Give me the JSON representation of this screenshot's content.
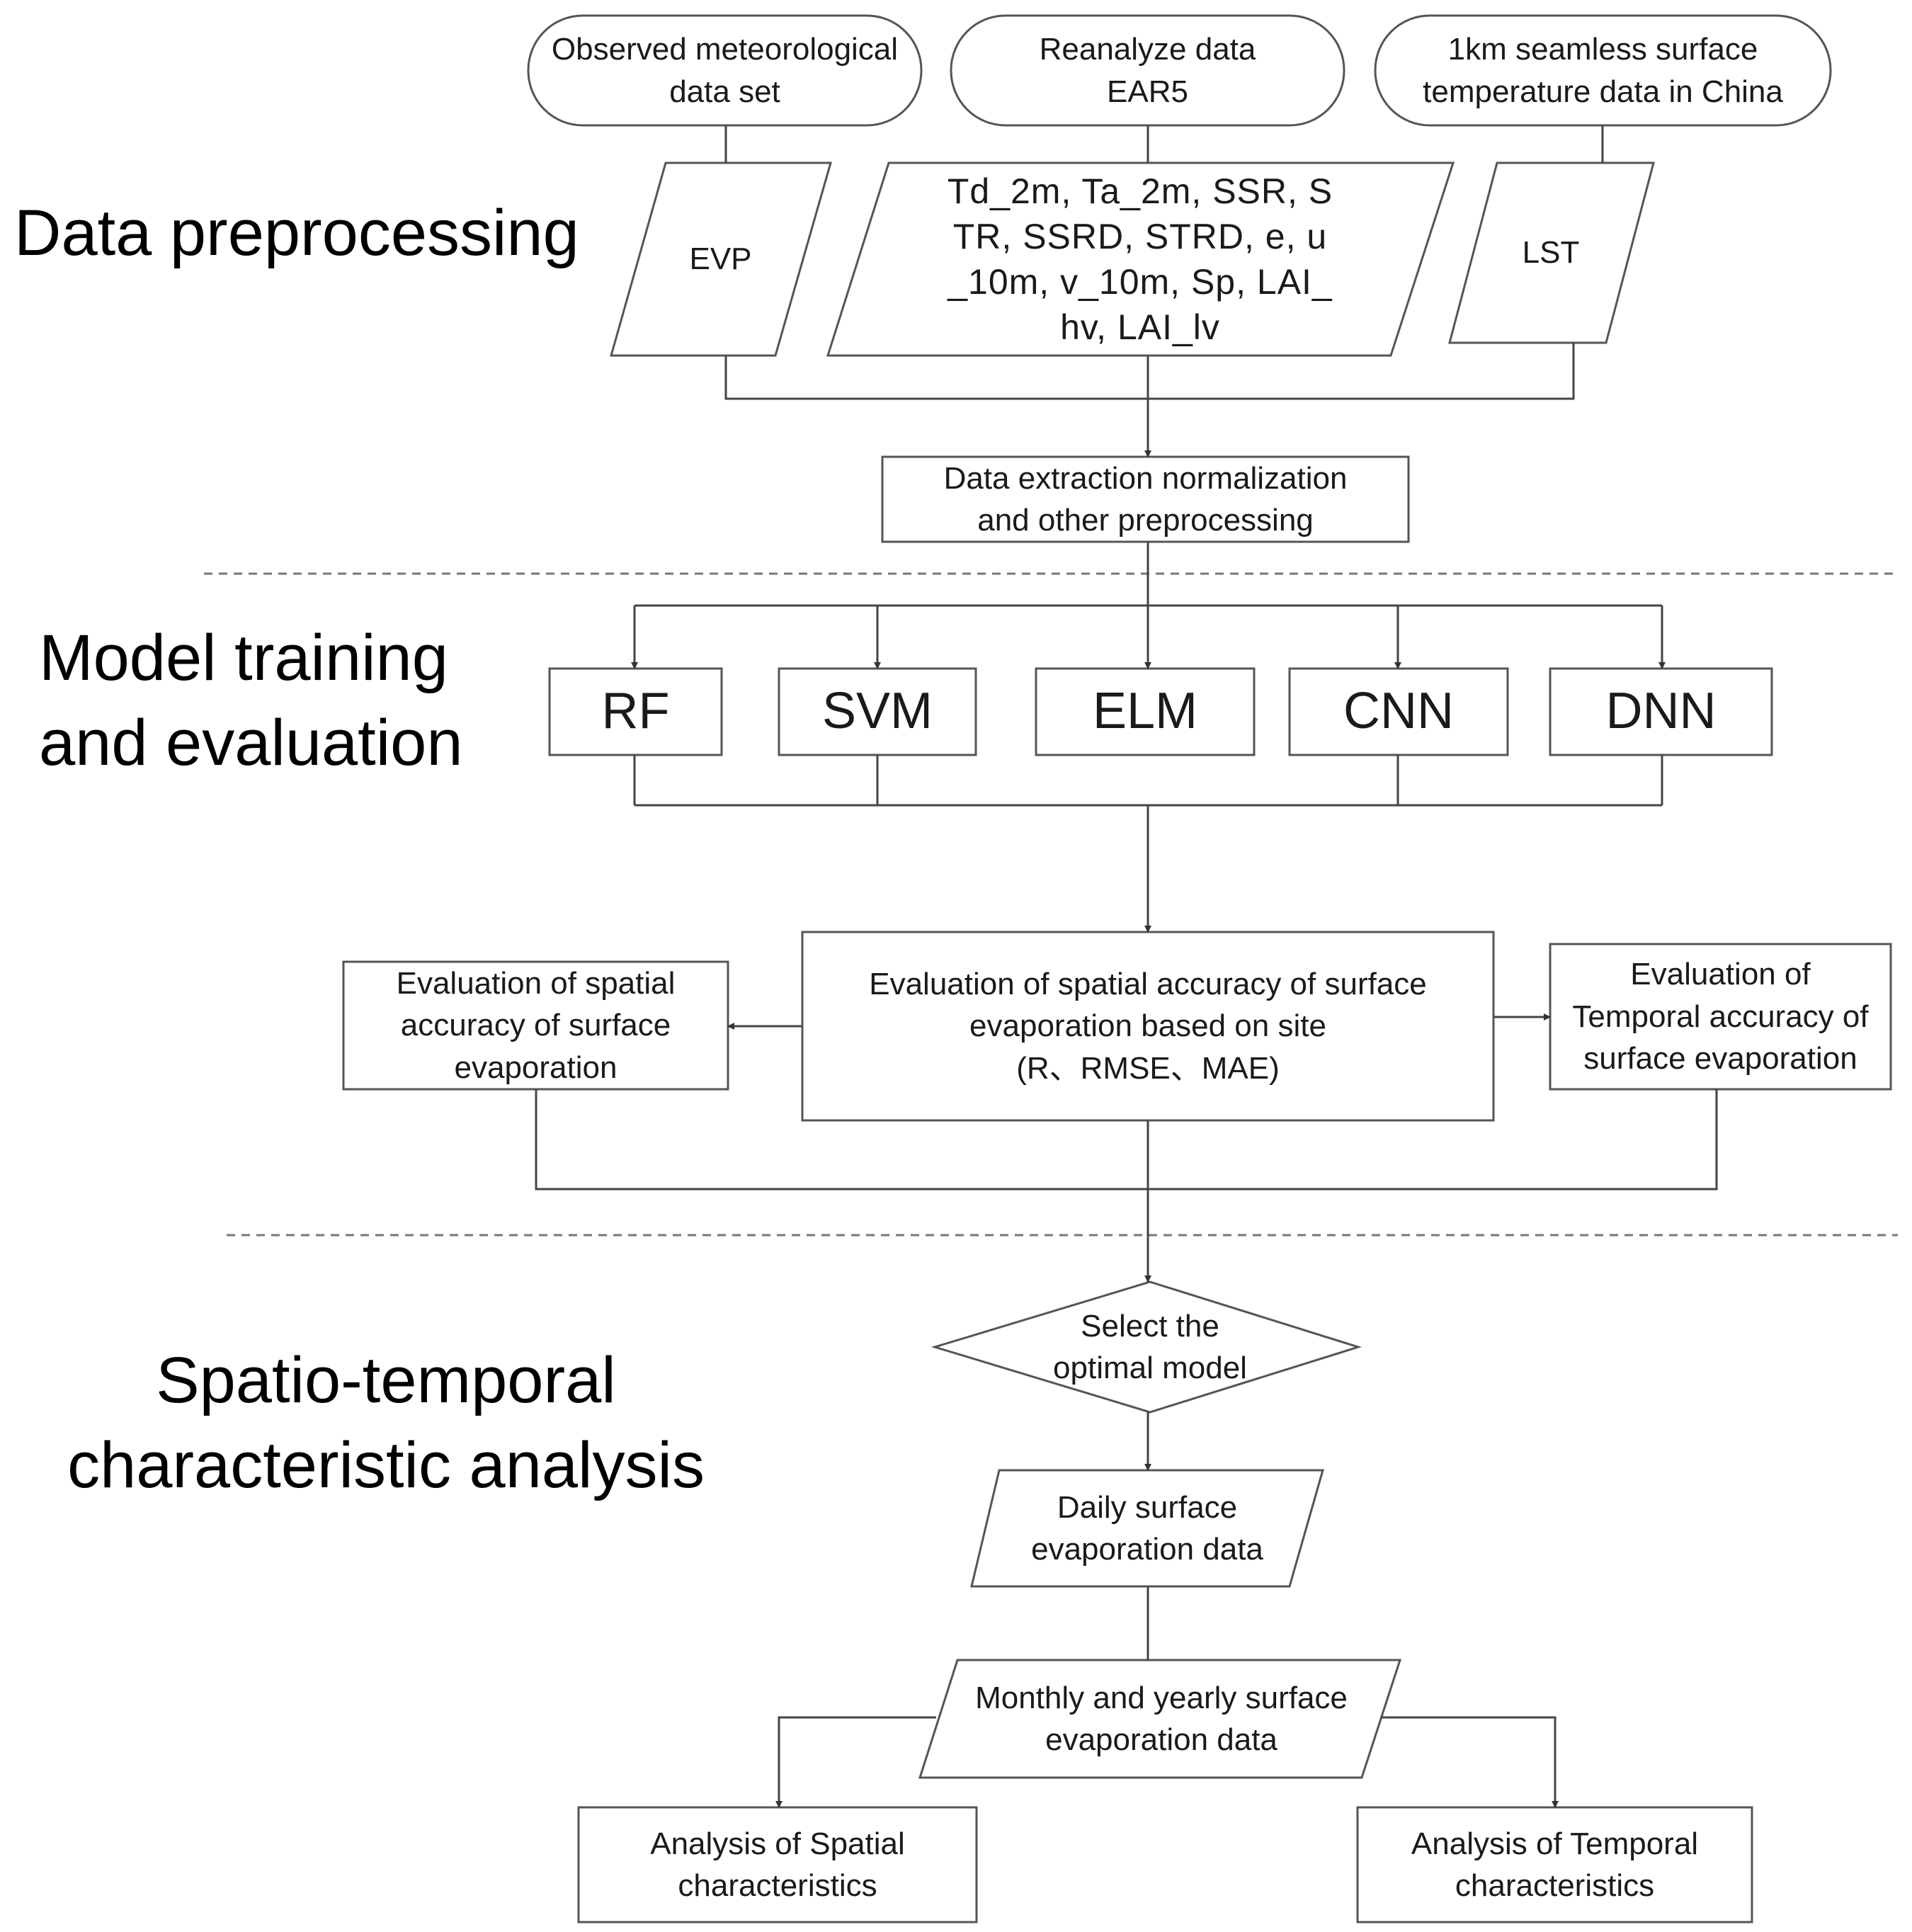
{
  "sections": {
    "preprocessing": "Data preprocessing",
    "training": "Model training\nand evaluation",
    "analysis": "Spatio-temporal\ncharacteristic analysis"
  },
  "sources": {
    "observed": "Observed meteorological\ndata set",
    "reanalysis": "Reanalyze data\nEAR5",
    "lst_source": "1km seamless surface\ntemperature data in China"
  },
  "variables": {
    "evp": "EVP",
    "era5_params": "Td_2m, Ta_2m, SSR, S\nTR, SSRD, STRD, e, u\n_10m, v_10m, Sp, LAI_\nhv, LAI_lv",
    "lst": "LST"
  },
  "preprocess_step": "Data extraction normalization\nand other preprocessing",
  "models": [
    "RF",
    "SVM",
    "ELM",
    "CNN",
    "DNN"
  ],
  "evaluation": {
    "site": "Evaluation of spatial accuracy of surface\nevaporation based on site\n(R、RMSE、MAE)",
    "spatial": "Evaluation of spatial\naccuracy of surface\nevaporation",
    "temporal": "Evaluation of\nTemporal accuracy of\nsurface evaporation"
  },
  "decision": "Select the\noptimal model",
  "outputs": {
    "daily": "Daily surface\nevaporation data",
    "monthly_yearly": "Monthly and yearly surface\nevaporation data",
    "spatial_analysis": "Analysis of Spatial\ncharacteristics",
    "temporal_analysis": "Analysis of Temporal\ncharacteristics"
  }
}
